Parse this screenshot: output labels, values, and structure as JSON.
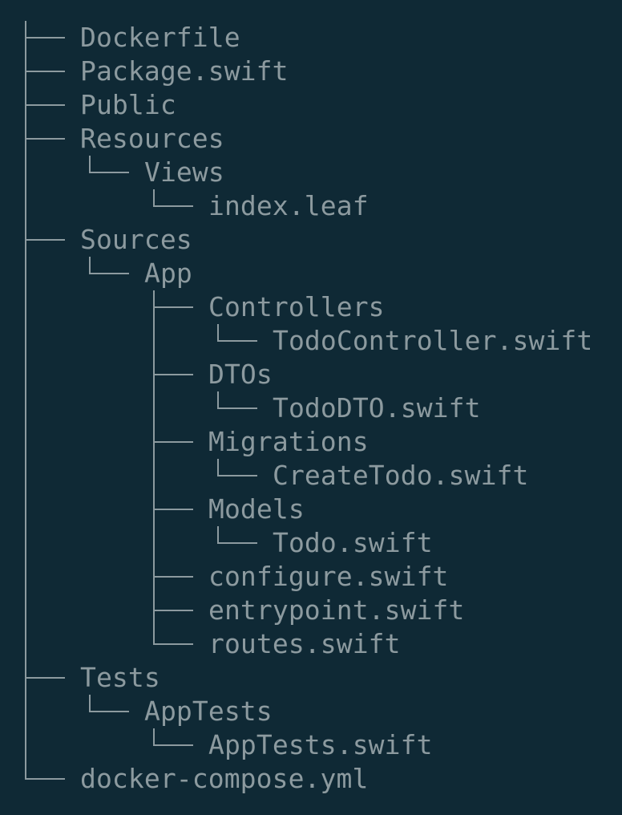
{
  "colors": {
    "background": "#0f2935",
    "text": "#8c9a9f"
  },
  "tree": [
    {
      "name": "Dockerfile"
    },
    {
      "name": "Package.swift"
    },
    {
      "name": "Public"
    },
    {
      "name": "Resources",
      "children": [
        {
          "name": "Views",
          "children": [
            {
              "name": "index.leaf"
            }
          ]
        }
      ]
    },
    {
      "name": "Sources",
      "children": [
        {
          "name": "App",
          "children": [
            {
              "name": "Controllers",
              "children": [
                {
                  "name": "TodoController.swift"
                }
              ]
            },
            {
              "name": "DTOs",
              "children": [
                {
                  "name": "TodoDTO.swift"
                }
              ]
            },
            {
              "name": "Migrations",
              "children": [
                {
                  "name": "CreateTodo.swift"
                }
              ]
            },
            {
              "name": "Models",
              "children": [
                {
                  "name": "Todo.swift"
                }
              ]
            },
            {
              "name": "configure.swift"
            },
            {
              "name": "entrypoint.swift"
            },
            {
              "name": "routes.swift"
            }
          ]
        }
      ]
    },
    {
      "name": "Tests",
      "children": [
        {
          "name": "AppTests",
          "children": [
            {
              "name": "AppTests.swift"
            }
          ]
        }
      ]
    },
    {
      "name": "docker-compose.yml"
    }
  ]
}
